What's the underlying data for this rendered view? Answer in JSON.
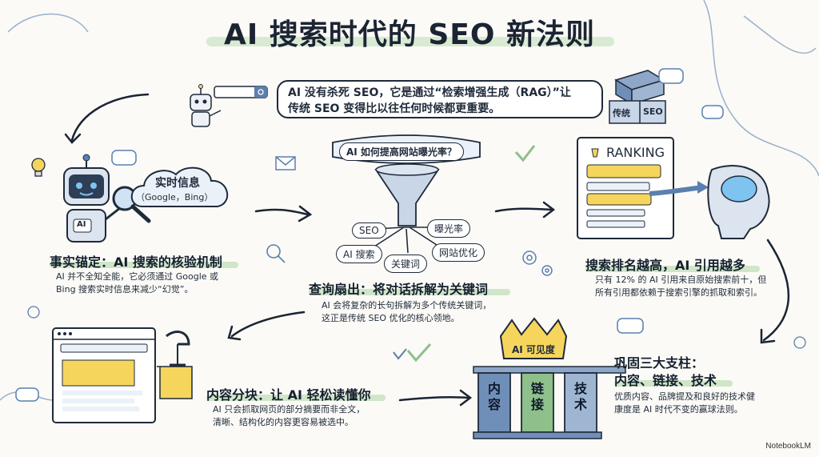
{
  "title": "AI 搜索时代的 SEO 新法则",
  "intro": {
    "line1": "AI 没有杀死 SEO，它是通过“检索增强生成（RAG）”让",
    "line2": "传统 SEO 变得比以往任何时候都更重要。"
  },
  "tags": {
    "traditional": "传统",
    "seo": "SEO"
  },
  "sec1": {
    "cloud_title": "实时信息",
    "cloud_sub": "（Google，Bing）",
    "robot_badge": "AI",
    "heading": "事实锚定：AI 搜索的核验机制",
    "body1": "AI 并不全知全能，它必须通过 Google 或",
    "body2": "Bing 搜索实时信息来减少“幻觉”。"
  },
  "sec2": {
    "question": "AI 如何提高网站曝光率？",
    "kw": [
      "SEO",
      "曝光率",
      "AI 搜索",
      "网站优化",
      "关键词"
    ],
    "heading": "查询扇出：将对话拆解为关键词",
    "body1": "AI 会将复杂的长句拆解为多个传统关键词，",
    "body2": "这正是传统 SEO 优化的核心领地。"
  },
  "sec3": {
    "ranking": "RANKING",
    "heading": "搜索排名越高，AI 引用越多",
    "body1": "只有 12% 的 AI 引用来自原始搜索前十，但",
    "body2": "所有引用都依赖于搜索引擎的抓取和索引。"
  },
  "sec4": {
    "heading": "内容分块：让 AI 轻松读懂你",
    "body1": "AI 只会抓取网页的部分摘要而非全文，",
    "body2": "清晰、结构化的内容更容易被选中。"
  },
  "sec5": {
    "crown": "AI 可见度",
    "pillars": [
      "内容",
      "链接",
      "技术"
    ],
    "heading1": "巩固三大支柱：",
    "heading2": "内容、链接、技术",
    "body1": "优质内容、品牌提及和良好的技术健",
    "body2": "康度是 AI 时代不变的赢球法则。"
  },
  "brand": "NotebookLM",
  "colors": {
    "ink": "#1f2a3a",
    "highlight": "#cfe6c9",
    "blue": "#5a7fb0",
    "yellow": "#f6d55c",
    "green": "#8fbf8a"
  }
}
